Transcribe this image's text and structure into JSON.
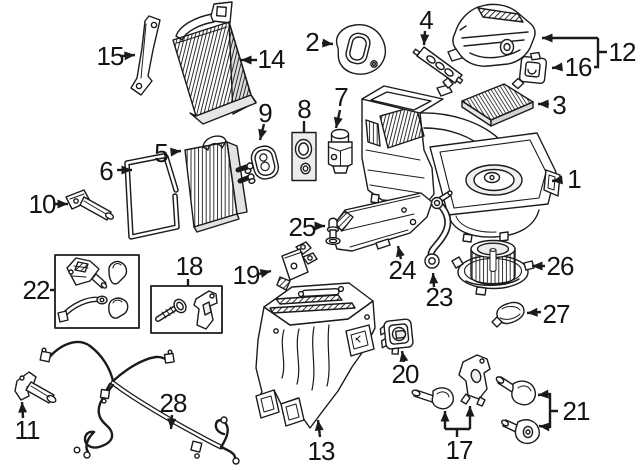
{
  "diagram": {
    "colors": {
      "background": "#ffffff",
      "line": "#1b1b1b",
      "shade_light": "#ececec",
      "shade_mid": "#d9d9d9"
    },
    "callouts": [
      {
        "number": "1",
        "part": "heater-case-assembly"
      },
      {
        "number": "2",
        "part": "air-duct-seal"
      },
      {
        "number": "3",
        "part": "cabin-air-filter"
      },
      {
        "number": "4",
        "part": "seal-strip"
      },
      {
        "number": "5",
        "part": "evaporator-core"
      },
      {
        "number": "6",
        "part": "evaporator-seal-frame"
      },
      {
        "number": "7",
        "part": "expansion-valve"
      },
      {
        "number": "8",
        "part": "ac-line-seal-plate"
      },
      {
        "number": "9",
        "part": "pipe-grommet"
      },
      {
        "number": "10",
        "part": "drain-tube"
      },
      {
        "number": "11",
        "part": "hose-connector"
      },
      {
        "number": "12",
        "part": "air-inlet-housing"
      },
      {
        "number": "13",
        "part": "air-distribution-housing"
      },
      {
        "number": "14",
        "part": "heater-core"
      },
      {
        "number": "15",
        "part": "heater-core-seal-strip"
      },
      {
        "number": "16",
        "part": "mounting-bracket"
      },
      {
        "number": "17",
        "part": "mounting-hardware-set"
      },
      {
        "number": "18",
        "part": "screw-and-bracket-kit"
      },
      {
        "number": "19",
        "part": "support-bracket"
      },
      {
        "number": "20",
        "part": "air-door-actuator"
      },
      {
        "number": "21",
        "part": "fastener-plug-set"
      },
      {
        "number": "22",
        "part": "linkage-lever-kit"
      },
      {
        "number": "23",
        "part": "drain-hose"
      },
      {
        "number": "24",
        "part": "lower-cover-panel"
      },
      {
        "number": "25",
        "part": "retaining-pin"
      },
      {
        "number": "26",
        "part": "blower-motor"
      },
      {
        "number": "27",
        "part": "access-cover-cap"
      },
      {
        "number": "28",
        "part": "wiring-harness"
      }
    ]
  }
}
